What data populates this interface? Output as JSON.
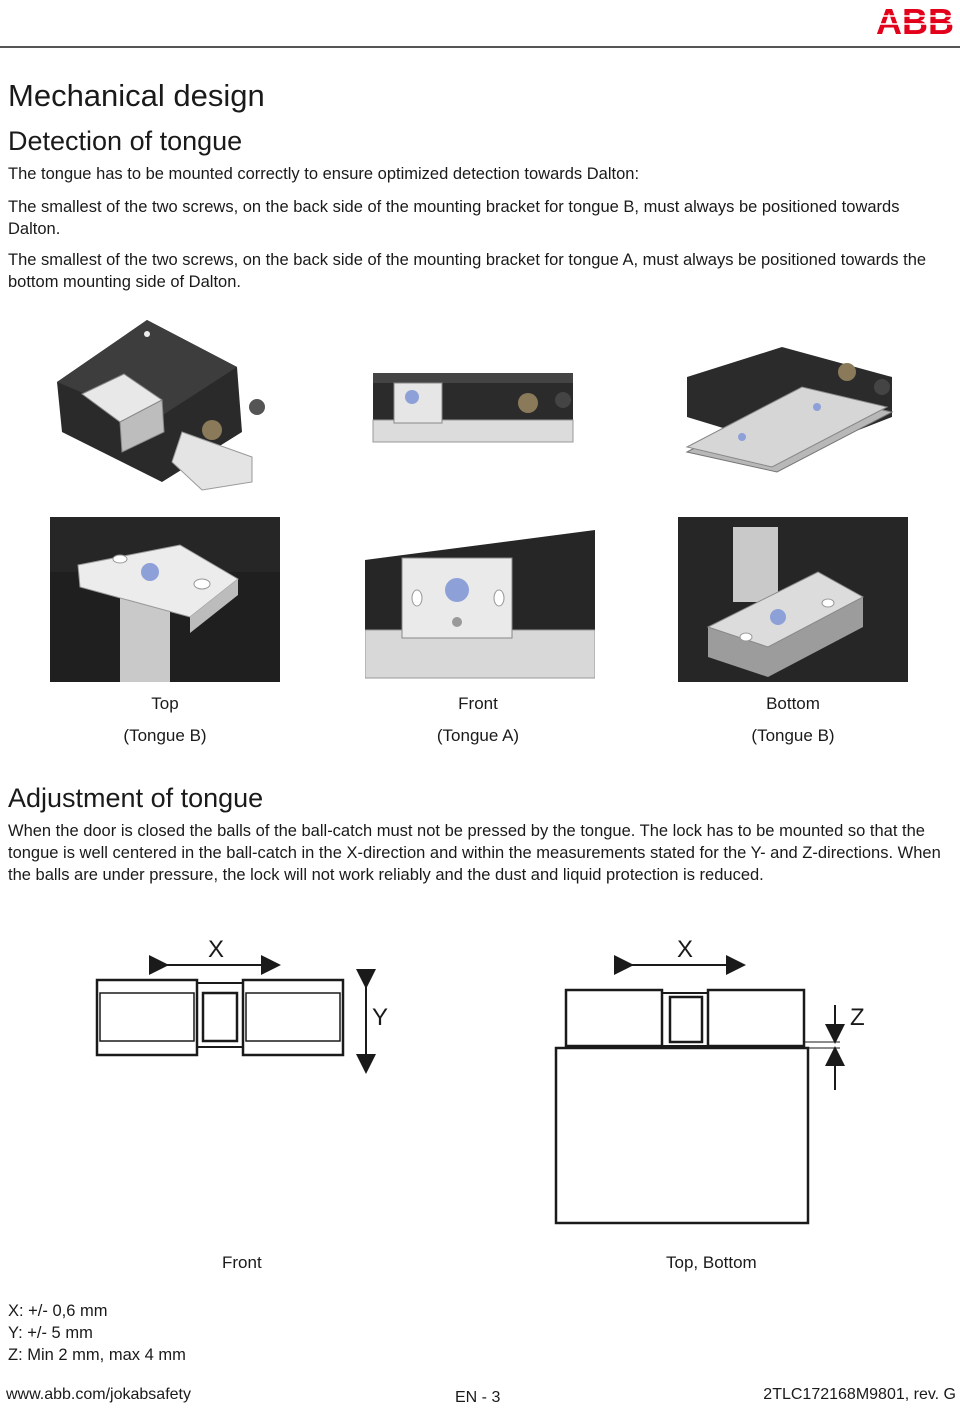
{
  "header": {
    "logo_text": "ABB",
    "brand_color": "#e2001a"
  },
  "page": {
    "title": "Mechanical design"
  },
  "detection": {
    "heading": "Detection of tongue",
    "paragraphs": [
      "The tongue has to be mounted correctly to ensure optimized detection towards Dalton:",
      "The smallest of the two screws, on the back side of the mounting bracket for tongue B, must always be positioned towards Dalton.",
      "The smallest of the two screws, on the back side of the mounting bracket for tongue A, must always be positioned towards the bottom mounting side of Dalton."
    ],
    "captions": [
      {
        "view": "Top",
        "tongue": "(Tongue B)"
      },
      {
        "view": "Front",
        "tongue": "(Tongue A)"
      },
      {
        "view": "Bottom",
        "tongue": "(Tongue B)"
      }
    ]
  },
  "adjustment": {
    "heading": "Adjustment of tongue",
    "paragraph": "When the door is closed the balls of the ball-catch must not be pressed by the tongue. The lock has to be mounted so that the tongue is well centered in the ball-catch in the X-direction and within the measurements stated for the Y- and Z-directions. When the balls are under pressure, the lock will not work reliably and the dust and liquid protection is reduced."
  },
  "diagrams": {
    "front": {
      "axis_x": "X",
      "axis_y": "Y",
      "caption": "Front"
    },
    "top_bottom": {
      "axis_x": "X",
      "axis_z": "Z",
      "caption": "Top, Bottom"
    }
  },
  "tolerances": [
    "X: +/- 0,6 mm",
    "Y: +/- 5 mm",
    "Z: Min 2 mm, max 4 mm"
  ],
  "footer": {
    "website": "www.abb.com/jokabsafety",
    "page_number": "EN - 3",
    "doc_id": "2TLC172168M9801, rev. G"
  }
}
